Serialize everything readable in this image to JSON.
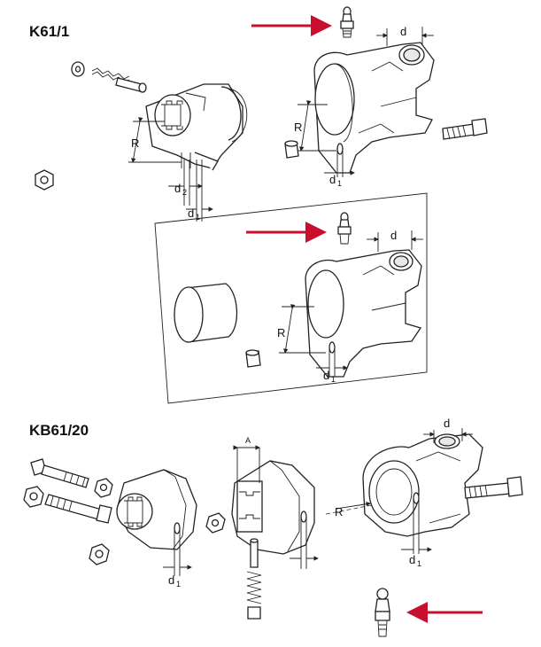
{
  "sections": {
    "top_label": "K61/1",
    "bottom_label": "KB61/20"
  },
  "dims": {
    "d": "d",
    "R": "R",
    "d1_main": "d",
    "d1_sub": "1",
    "d2_main": "d",
    "d2_sub": "2",
    "A": "A"
  },
  "colors": {
    "arrow": "#c8102e",
    "line": "#222222"
  }
}
